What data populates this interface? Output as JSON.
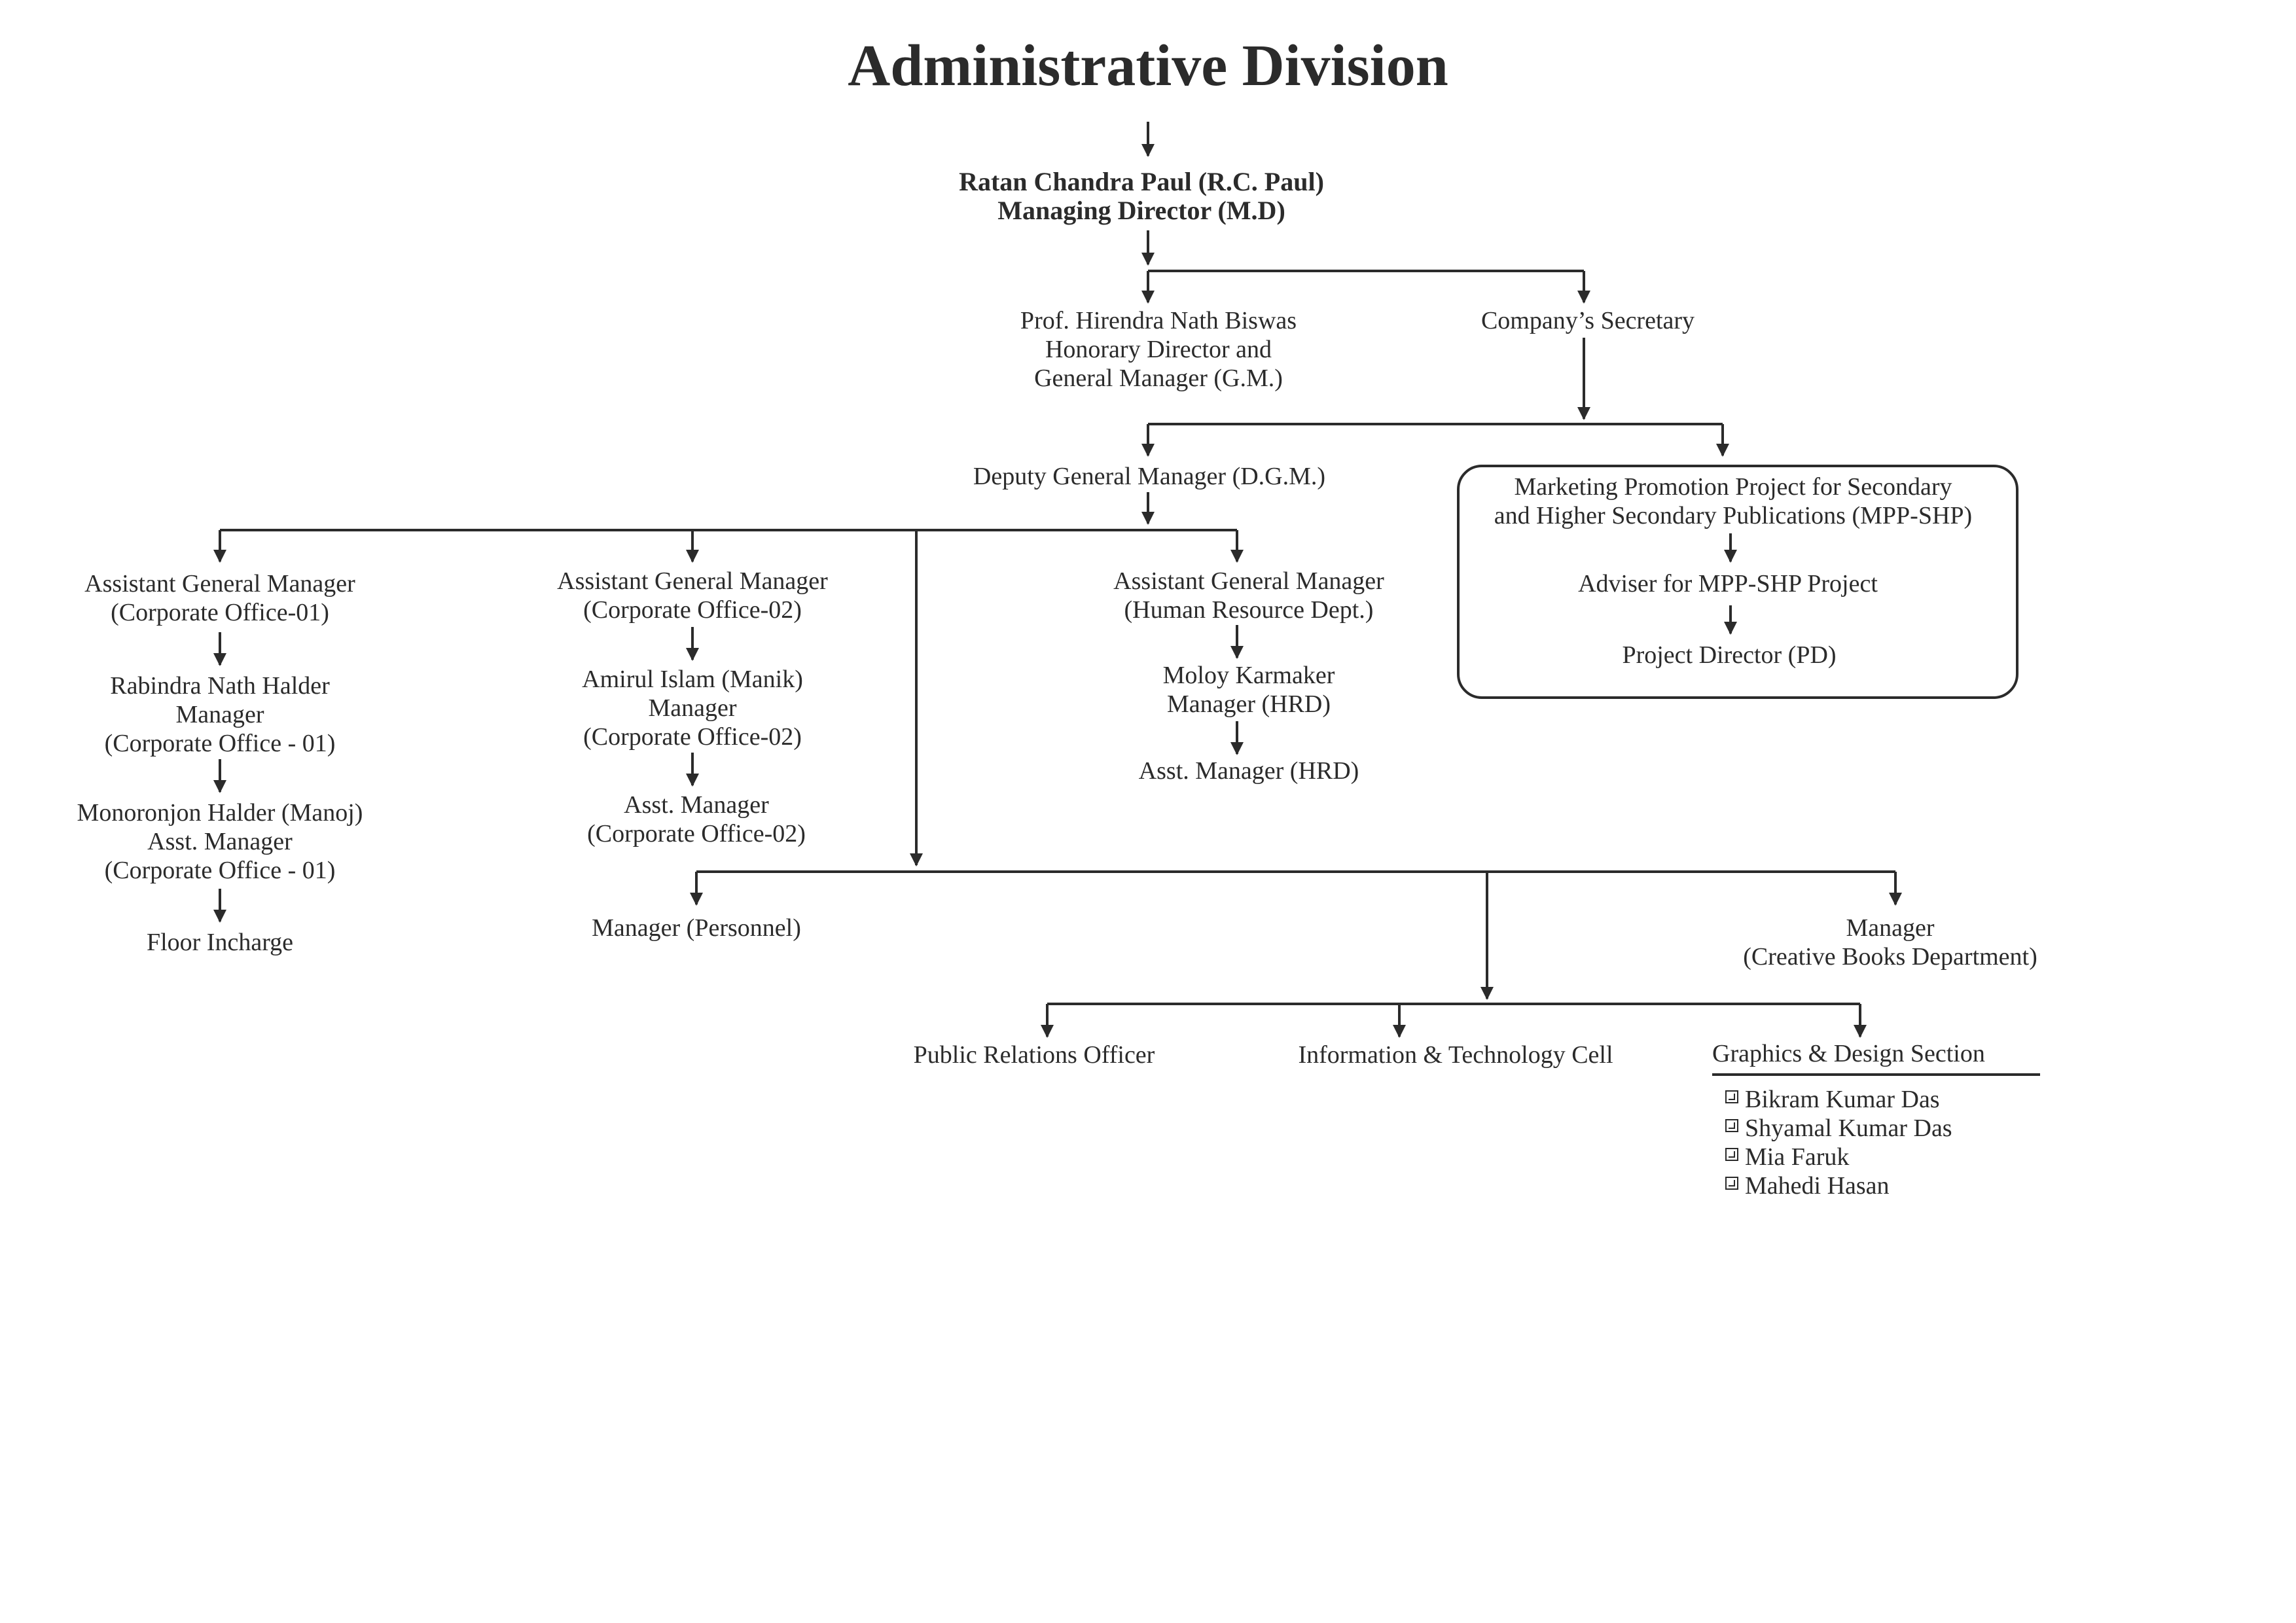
{
  "title": "Administrative Division",
  "md": {
    "name": "Ratan Chandra Paul (R.C. Paul)",
    "designation": "Managing Director (M.D)"
  },
  "gm": {
    "line1": "Prof. Hirendra Nath Biswas",
    "line2": "Honorary Director and",
    "line3": "General Manager (G.M.)"
  },
  "secretary": "Company’s Secretary",
  "dgm": "Deputy General Manager (D.G.M.)",
  "mpp": {
    "line1": "Marketing Promotion Project for Secondary",
    "line2": "and Higher Secondary Publications (MPP-SHP)",
    "adviser": "Adviser for MPP-SHP Project",
    "director": "Project Director (PD)"
  },
  "agm1": {
    "title1": "Assistant General Manager",
    "title2": "(Corporate Office-01)",
    "manager": [
      "Rabindra Nath Halder",
      "Manager",
      "(Corporate Office - 01)"
    ],
    "asst": [
      "Monoronjon Halder (Manoj)",
      "Asst. Manager",
      "(Corporate Office - 01)"
    ],
    "floor": "Floor Incharge"
  },
  "agm2": {
    "title1": "Assistant General Manager",
    "title2": "(Corporate Office-02)",
    "manager": [
      "Amirul Islam (Manik)",
      "Manager",
      "(Corporate Office-02)"
    ],
    "asst": [
      "Asst. Manager",
      "(Corporate Office-02)"
    ]
  },
  "agm_hr": {
    "title1": "Assistant General Manager",
    "title2": "(Human Resource Dept.)",
    "manager": [
      "Moloy Karmaker",
      "Manager (HRD)"
    ],
    "asst": "Asst. Manager  (HRD)"
  },
  "personnel": "Manager (Personnel)",
  "creative": {
    "line1": "Manager",
    "line2": "(Creative Books Department)"
  },
  "pro": "Public Relations Officer",
  "itc": "Information & Technology Cell",
  "graphics": {
    "title": "Graphics & Design Section",
    "members": [
      "Bikram Kumar Das",
      "Shyamal Kumar Das",
      "Mia Faruk",
      "Mahedi Hasan"
    ]
  }
}
